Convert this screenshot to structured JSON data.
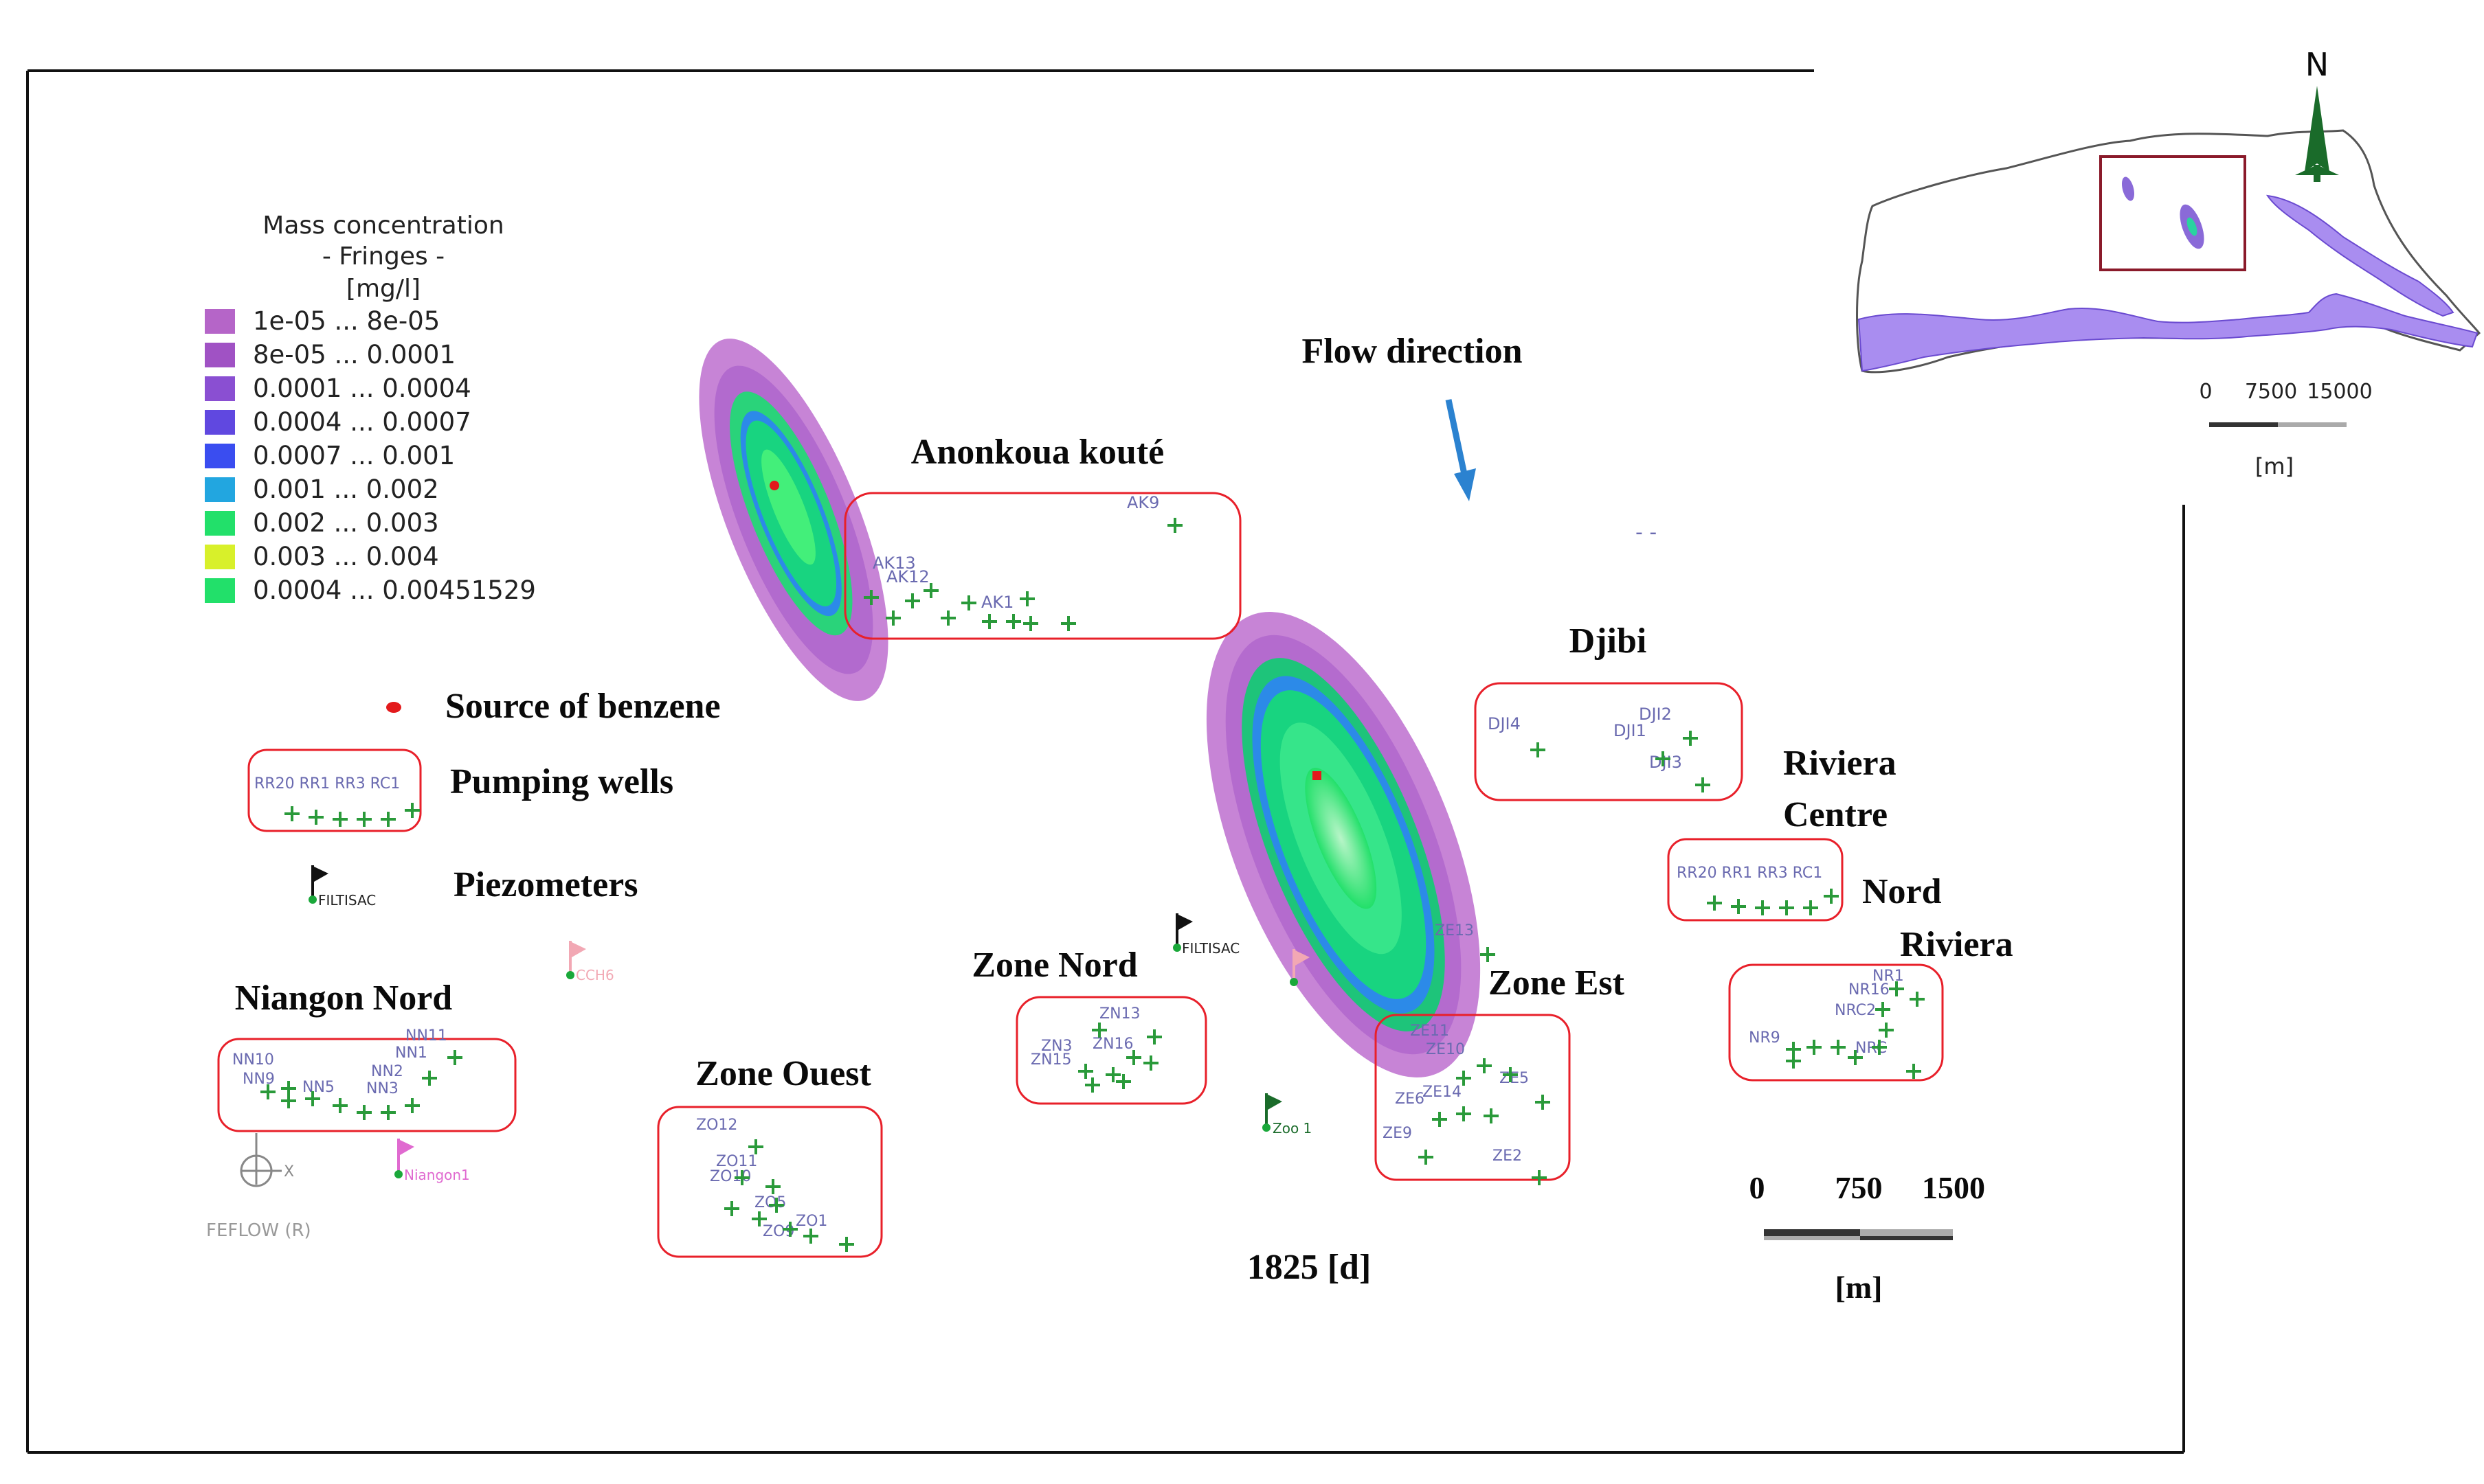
{
  "legend": {
    "title_line1": "Mass concentration",
    "title_line2": "- Fringes -",
    "unit": "[mg/l]",
    "items": [
      {
        "label": "1e-05 ...  8e-05",
        "color": "#b565c8"
      },
      {
        "label": "8e-05 ...  0.0001",
        "color": "#a052c4"
      },
      {
        "label": "0.0001 ...  0.0004",
        "color": "#8a4fd2"
      },
      {
        "label": "0.0004 ...  0.0007",
        "color": "#6048e0"
      },
      {
        "label": "0.0007 ...  0.001",
        "color": "#3a4df0"
      },
      {
        "label": "0.001 ...  0.002",
        "color": "#22a6e0"
      },
      {
        "label": "0.002 ...  0.003",
        "color": "#22e06a"
      },
      {
        "label": "0.003 ...  0.004",
        "color": "#d8f02a"
      },
      {
        "label": "0.0004 ...  0.00451529",
        "color": "#22e06a"
      }
    ]
  },
  "key": {
    "source": "Source of benzene",
    "pumping": "Pumping wells",
    "piezometers": "Piezometers",
    "example_well_text": "RR20 RR1 RR3 RC1",
    "example_piezo_text": "FILTISAC"
  },
  "flow_direction": "Flow direction",
  "time_label": "1825 [d]",
  "software": "FEFLOW (R)",
  "zones": {
    "anonkoua": {
      "name": "Anonkoua kouté",
      "wells": [
        "AK9",
        "AK13",
        "AK12",
        "AK1"
      ]
    },
    "djibi": {
      "name": "Djibi",
      "wells": [
        "DJI4",
        "DJI2",
        "DJI1",
        "DJI3"
      ]
    },
    "riviera_centre": {
      "name_line1": "Riviera",
      "name_line2": "Centre",
      "wells": [
        "RR20",
        "RR1",
        "RR3",
        "RC1"
      ]
    },
    "nord_riviera": {
      "name_line1": "Nord",
      "name_line2": "Riviera",
      "wells": [
        "NR1",
        "NR16",
        "NR9",
        "NRC2",
        "NRC"
      ]
    },
    "zone_nord": {
      "name": "Zone Nord",
      "wells": [
        "ZN13",
        "ZN16",
        "ZN15",
        "ZN3"
      ]
    },
    "zone_est": {
      "name": "Zone Est",
      "wells": [
        "ZE13",
        "ZE11",
        "ZE10",
        "ZE5",
        "ZE6",
        "ZE14",
        "ZE9",
        "ZE2"
      ]
    },
    "zone_ouest": {
      "name": "Zone Ouest",
      "wells": [
        "ZO12",
        "ZO11",
        "ZO10",
        "ZO5",
        "ZO1",
        "ZO9"
      ]
    },
    "niangon_nord": {
      "name": "Niangon Nord",
      "wells": [
        "NN11",
        "NN10",
        "NN1",
        "NN9",
        "NN2",
        "NN3",
        "NN5"
      ]
    }
  },
  "piezometers": {
    "filtisac": "FILTISAC",
    "cch6": "CCH6",
    "zoo1": "Zoo 1",
    "niangon1": "Niangon1"
  },
  "axis_glyph": "X",
  "scale_main": {
    "label0": "0",
    "label1": "750",
    "label2": "1500",
    "unit": "[m]"
  },
  "inset": {
    "north": "N",
    "scale_label0": "0",
    "scale_label1": "7500",
    "scale_label2": "15000",
    "unit": "[m]"
  },
  "colors": {
    "frame": "#111111",
    "zone_box": "#e8202a",
    "label": "#0a0a0a",
    "well_cross": "#2a9a3a",
    "well_label": "#6a6ab0",
    "flow_arrow": "#2b82d0",
    "source": "#e31a1c",
    "inset_outline": "#555555",
    "inset_lagoon": "#a98df0",
    "inset_box": "#8a1a2a",
    "north_arrow": "#1a6b2a"
  }
}
